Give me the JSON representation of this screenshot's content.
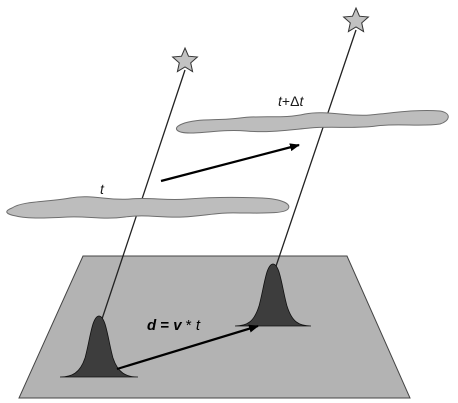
{
  "labels": {
    "cloud_t": "t",
    "cloud_t_dt_prefix": "t",
    "cloud_t_dt_plus": "+",
    "cloud_t_dt_delta": "Δ",
    "cloud_t_dt_var": "t",
    "eq_d": "d",
    "eq_equals": " = ",
    "eq_v": "v",
    "eq_mult": " * ",
    "eq_t": "t"
  },
  "icons": {
    "star_left": "star-icon",
    "star_right": "star-icon"
  },
  "colors": {
    "ground": "#b3b3b3",
    "cloud": "#bdbdbd",
    "peak": "#3d3d3d",
    "star": "#c2c2c2",
    "line": "#222222"
  }
}
